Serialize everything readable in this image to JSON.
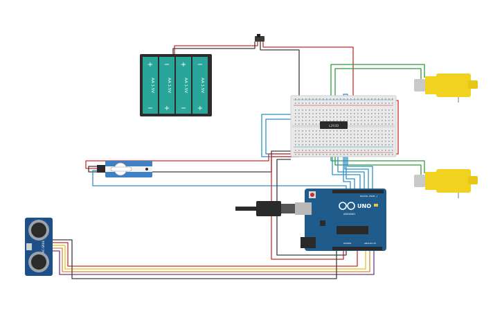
{
  "battery_pack": {
    "cells": [
      {
        "label": "AA 1.5V",
        "plus": "+",
        "minus": "−",
        "orientation": "plus-top"
      },
      {
        "label": "AA 1.5V",
        "plus": "+",
        "minus": "−",
        "orientation": "minus-top"
      },
      {
        "label": "AA 1.5V",
        "plus": "+",
        "minus": "−",
        "orientation": "plus-top"
      },
      {
        "label": "AA 1.5V",
        "plus": "+",
        "minus": "−",
        "orientation": "minus-top"
      }
    ]
  },
  "arduino": {
    "logo_text": "UNO",
    "brand": "ARDUINO",
    "digital_label": "DIGITAL (PWM~)",
    "power_label": "POWER",
    "analog_label": "ANALOG IN"
  },
  "ultrasonic": {
    "label": "HC-SR04"
  },
  "motor_driver_chip": {
    "label": "L293D"
  },
  "colors": {
    "wire_red": "#cc2a2a",
    "wire_black": "#3a3a3a",
    "wire_green": "#2f9a3a",
    "wire_blue": "#2b8fc7",
    "wire_yellow": "#e2c21e",
    "wire_orange": "#e0862a",
    "wire_purple": "#6a3a8a",
    "battery_teal": "#2aa59a",
    "arduino_blue": "#1f5c8c",
    "motor_yellow": "#f1d21e",
    "servo_blue": "#3f7fc4",
    "breadboard": "#e9e9e9"
  }
}
